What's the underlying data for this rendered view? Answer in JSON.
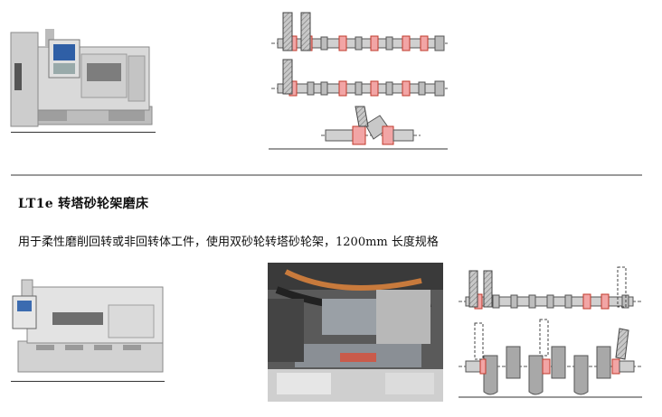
{
  "section": {
    "title": "LT1e 转塔砂轮架磨床",
    "description": "用于柔性磨削回转或非回转体工件，使用双砂轮转塔砂轮架，1200mm 长度规格"
  },
  "colors": {
    "grind_highlight": "#f2a5a5",
    "grind_edge": "#c0392b",
    "shaft": "#d0d0d0",
    "wheel": "#b9b9b9",
    "divider": "#9a9a9a"
  },
  "images": [
    "grinding-machine-photo-top",
    "camshaft-diagram-top",
    "grinding-machine-photo-bottom",
    "machine-interior-photo",
    "crankshaft-diagram"
  ]
}
